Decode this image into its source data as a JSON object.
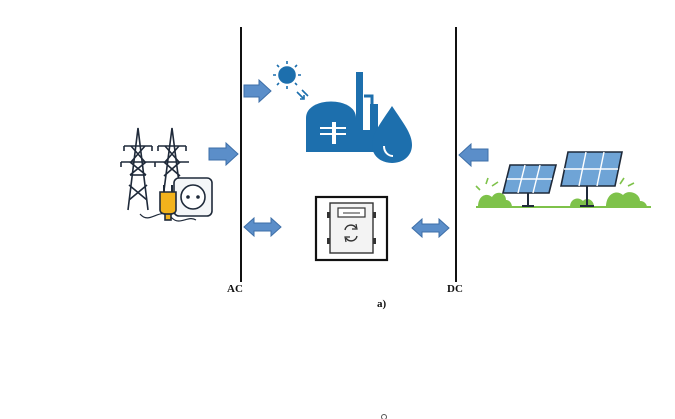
{
  "labels": {
    "ac": "AC",
    "dc": "DC",
    "caption": "a)"
  },
  "icons": {
    "grid": "power-grid-tower-plug-icon",
    "biogas": "biogas-plant-sun-water-icon",
    "converter": "bidirectional-converter-icon",
    "solar": "solar-panels-field-icon"
  },
  "colors": {
    "icon_blue": "#1d6fad",
    "arrow_blue": "#5b8ec9",
    "arrow_border": "#3e6fa8",
    "bus_line": "#111111",
    "panel_blue": "#6fa4d6",
    "grass_green": "#7ec24a",
    "plug_yellow": "#f2b21c"
  }
}
